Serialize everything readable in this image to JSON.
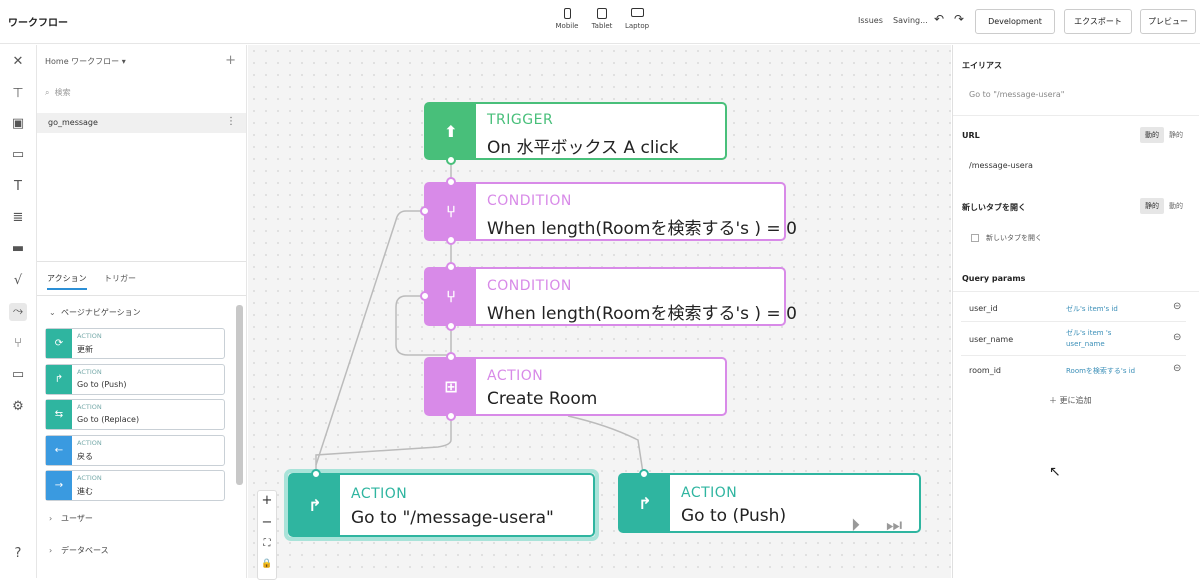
{
  "topbar": {
    "title": "ワークフロー",
    "devices": [
      {
        "label": "Mobile",
        "icon": "mobile-icon"
      },
      {
        "label": "Tablet",
        "icon": "tablet-icon"
      },
      {
        "label": "Laptop",
        "icon": "laptop-icon"
      }
    ],
    "issues_label": "Issues",
    "saving_label": "Saving...",
    "development_label": "Development",
    "export_label": "エクスポート",
    "preview_label": "プレビュー"
  },
  "rail": {
    "icons": [
      "tools-icon",
      "paint-roller-icon",
      "image-icon",
      "monitor-icon",
      "typography-icon",
      "database-icon",
      "folder-icon",
      "formula-icon",
      "workflow-icon",
      "branch-icon",
      "toggle-icon",
      "settings-icon",
      "help-icon"
    ]
  },
  "left_panel": {
    "header": "Home ワークフロー",
    "search_placeholder": "検索",
    "selected_item": "go_message",
    "tabs": [
      "アクション",
      "トリガー"
    ],
    "section_page_nav": "ページナビゲーション",
    "actions": [
      {
        "kind": "ACTION",
        "name": "更新",
        "color": "#2fb5a0",
        "icon": "refresh-icon"
      },
      {
        "kind": "ACTION",
        "name": "Go to (Push)",
        "color": "#2fb5a0",
        "icon": "share-arrow-icon"
      },
      {
        "kind": "ACTION",
        "name": "Go to (Replace)",
        "color": "#2fb5a0",
        "icon": "replace-icon"
      },
      {
        "kind": "ACTION",
        "name": "戻る",
        "color": "#3a9ae0",
        "icon": "arrow-left-icon"
      },
      {
        "kind": "ACTION",
        "name": "進む",
        "color": "#3a9ae0",
        "icon": "arrow-right-icon"
      }
    ],
    "section_user": "ユーザー",
    "section_database": "データベース"
  },
  "canvas": {
    "nodes": [
      {
        "id": "trigger",
        "kind": "TRIGGER",
        "label": "On 水平ボックス A click",
        "color": "#48bf7a",
        "icon": "upload-circle-icon"
      },
      {
        "id": "cond1",
        "kind": "CONDITION",
        "label": "When length(Roomを検索する's ) = 0",
        "color": "#d88ae8",
        "icon": "fork-icon"
      },
      {
        "id": "cond2",
        "kind": "CONDITION",
        "label": "When length(Roomを検索する's ) = 0",
        "color": "#d88ae8",
        "icon": "fork-icon"
      },
      {
        "id": "create",
        "kind": "ACTION",
        "label": "Create Room",
        "color": "#d88ae8",
        "icon": "file-plus-icon"
      },
      {
        "id": "goto1",
        "kind": "ACTION",
        "label": "Go to \"/message-usera\"",
        "color": "#2fb5a0",
        "icon": "share-arrow-icon"
      },
      {
        "id": "goto2",
        "kind": "ACTION",
        "label": "Go to (Push)",
        "color": "#2fb5a0",
        "icon": "share-arrow-icon"
      }
    ],
    "zoom": {
      "in": "+",
      "out": "−",
      "fit": "⛶",
      "lock": "🔒"
    }
  },
  "right_panel": {
    "alias_label": "エイリアス",
    "alias_value": "Go to \"/message-usera\"",
    "url_label": "URL",
    "url_toggle": [
      "動的",
      "静的"
    ],
    "url_value": "/message-usera",
    "newtab_label": "新しいタブを開く",
    "newtab_toggle": [
      "静的",
      "動的"
    ],
    "newtab_checkbox": "新しいタブを開く",
    "query_label": "Query params",
    "params": [
      {
        "key": "user_id",
        "value": "ゼル's item's id"
      },
      {
        "key": "user_name",
        "value": "ゼル's item 's user_name"
      },
      {
        "key": "room_id",
        "value": "Roomを検索する's id"
      }
    ],
    "add_label": "＋ 更に追加"
  }
}
